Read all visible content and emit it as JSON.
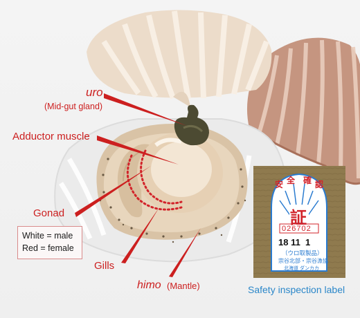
{
  "labels": {
    "uro": "uro",
    "uro_sub": "(Mid-gut gland)",
    "adductor": "Adductor muscle",
    "gonad": "Gonad",
    "legend_white": "White = male",
    "legend_red": "Red = female",
    "gills": "Gills",
    "himo": "himo",
    "himo_sub": "(Mantle)",
    "inspection_caption": "Safety inspection label"
  },
  "inspection_label": {
    "top_text_1": "安",
    "top_text_2": "全",
    "top_text_3": "確",
    "top_text_4": "認",
    "center_char": "証",
    "number": "026702",
    "date": "18 11  1",
    "product": "（ウロ取製品）",
    "association": "宗谷北部・宗谷漁協",
    "maker": "北海道 ダンカカ"
  },
  "colors": {
    "leader_red": "#cc1f1f",
    "label_blue": "#2b87c9",
    "shell_cream": "#efe0cc",
    "shell_brown": "#b5826a"
  }
}
